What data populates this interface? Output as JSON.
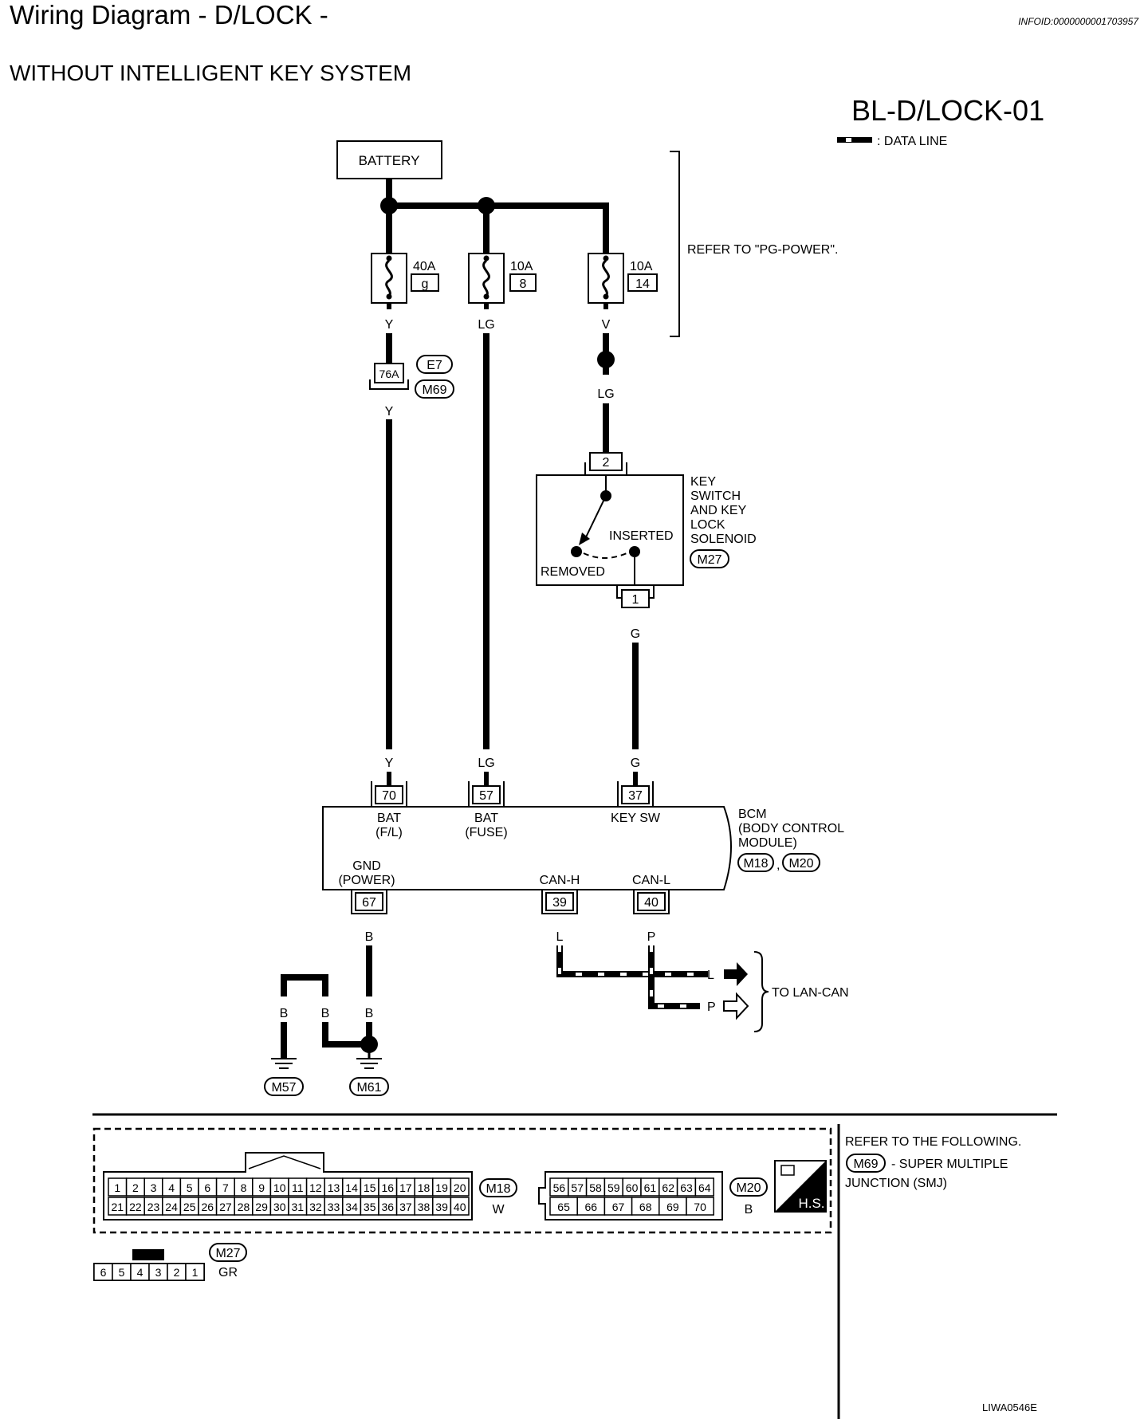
{
  "header": {
    "title": "Wiring Diagram - D/LOCK -",
    "info_id": "INFOID:0000000001703957",
    "subtitle": "WITHOUT INTELLIGENT KEY SYSTEM",
    "diagram_id": "BL-D/LOCK-01"
  },
  "legend": {
    "data_line": ": DATA LINE"
  },
  "battery": {
    "label": "BATTERY"
  },
  "fuses": [
    {
      "rating": "40A",
      "number": "g",
      "wire": "Y"
    },
    {
      "rating": "10A",
      "number": "8",
      "wire": "LG"
    },
    {
      "rating": "10A",
      "number": "14",
      "wire": "V"
    }
  ],
  "power_note": "REFER TO \"PG-POWER\".",
  "joint_connector": {
    "pin": "76A",
    "connectors": [
      "E7",
      "M69"
    ],
    "wire_below": "Y"
  },
  "fuse3_wire_below": "LG",
  "key_switch": {
    "pin_top": "2",
    "pin_bottom": "1",
    "name_lines": [
      "KEY",
      "SWITCH",
      "AND KEY",
      "LOCK",
      "SOLENOID"
    ],
    "connector": "M27",
    "inserted": "INSERTED",
    "removed": "REMOVED",
    "wire_below": "G"
  },
  "bcm": {
    "name_lines": [
      "BCM",
      "(BODY CONTROL",
      "MODULE)"
    ],
    "connectors": [
      "M18",
      "M20"
    ],
    "top_pins": [
      {
        "wire": "Y",
        "pin": "70",
        "label1": "BAT",
        "label2": "(F/L)"
      },
      {
        "wire": "LG",
        "pin": "57",
        "label1": "BAT",
        "label2": "(FUSE)"
      },
      {
        "wire": "G",
        "pin": "37",
        "label1": "KEY SW",
        "label2": ""
      }
    ],
    "bottom_pins": [
      {
        "pin": "67",
        "label1": "GND",
        "label2": "(POWER)",
        "wire": "B"
      },
      {
        "pin": "39",
        "label1": "CAN-H",
        "label2": "",
        "wire": "L"
      },
      {
        "pin": "40",
        "label1": "CAN-L",
        "label2": "",
        "wire": "P"
      }
    ]
  },
  "lan_can": {
    "wire_l": "L",
    "wire_p": "P",
    "label": "TO LAN-CAN"
  },
  "ground": {
    "wire1": "B",
    "wire2": "B",
    "wire3": "B",
    "ground1": "M57",
    "ground2": "M61"
  },
  "connector_views": {
    "m18": {
      "row1": [
        "1",
        "2",
        "3",
        "4",
        "5",
        "6",
        "7",
        "8",
        "9",
        "10",
        "11",
        "12",
        "13",
        "14",
        "15",
        "16",
        "17",
        "18",
        "19",
        "20"
      ],
      "row2": [
        "21",
        "22",
        "23",
        "24",
        "25",
        "26",
        "27",
        "28",
        "29",
        "30",
        "31",
        "32",
        "33",
        "34",
        "35",
        "36",
        "37",
        "38",
        "39",
        "40"
      ],
      "id": "M18",
      "color": "W"
    },
    "m20": {
      "row1": [
        "56",
        "57",
        "58",
        "59",
        "60",
        "61",
        "62",
        "63",
        "64"
      ],
      "row2": [
        "65",
        "66",
        "67",
        "68",
        "69",
        "70"
      ],
      "id": "M20",
      "color": "B"
    },
    "hs_badge": "H.S.",
    "m27": {
      "pins": [
        "6",
        "5",
        "4",
        "3",
        "2",
        "1"
      ],
      "id": "M27",
      "color": "GR"
    }
  },
  "refer_note": {
    "line1": "REFER TO THE FOLLOWING.",
    "connector": "M69",
    "line2": "- SUPER MULTIPLE",
    "line3": "JUNCTION (SMJ)"
  },
  "footer_code": "LIWA0546E"
}
